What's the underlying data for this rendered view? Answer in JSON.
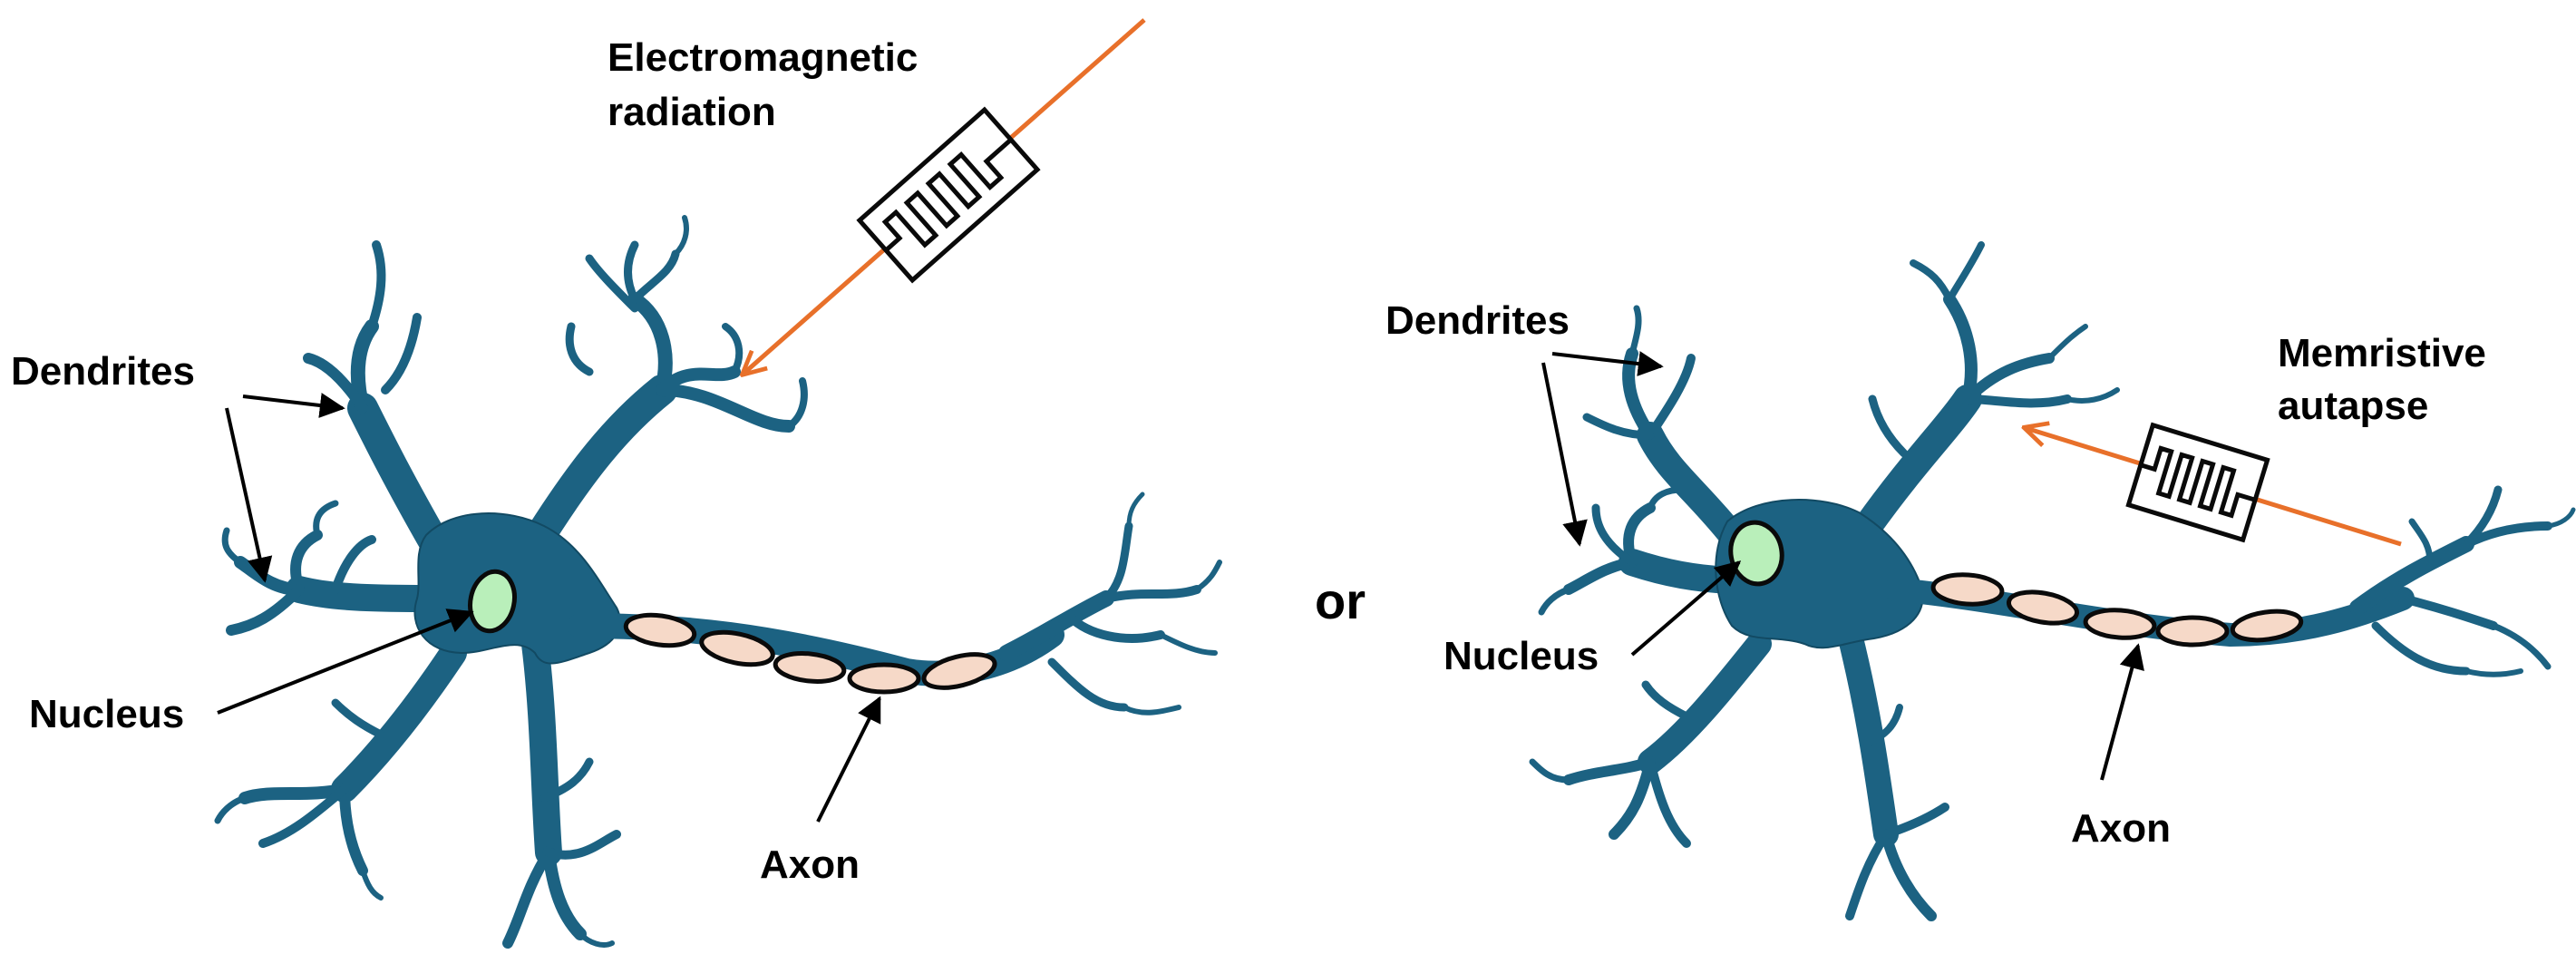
{
  "diagram": {
    "left_panel": {
      "labels": {
        "radiation": [
          "Electromagnetic",
          "radiation"
        ],
        "dendrites": "Dendrites",
        "nucleus": "Nucleus",
        "axon": "Axon"
      }
    },
    "separator_text": "or",
    "right_panel": {
      "labels": {
        "dendrites": "Dendrites",
        "autapse": [
          "Memristive",
          "autapse"
        ],
        "nucleus": "Nucleus",
        "axon": "Axon"
      }
    },
    "colors": {
      "neuron": "#1c6282",
      "myelin": "#f6d9c8",
      "nucleus": "#b9efba",
      "stimulus_arrow": "#e8702a",
      "pointer": "#000000"
    },
    "icons": [
      "memristor-icon",
      "memristor-icon"
    ]
  }
}
